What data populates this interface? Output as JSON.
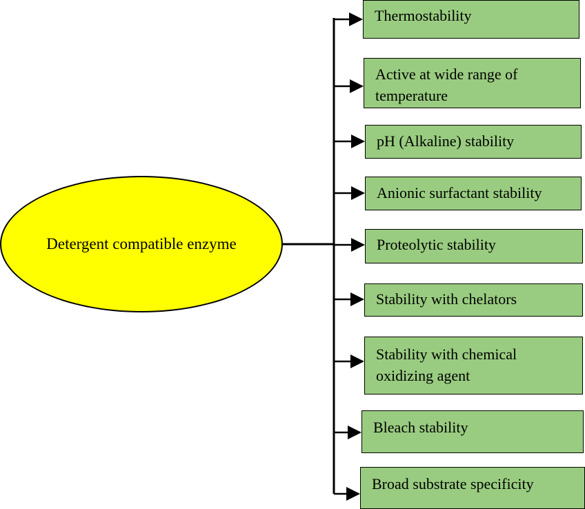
{
  "center": {
    "label": "Detergent compatible enzyme"
  },
  "properties": [
    {
      "label": "Thermostability"
    },
    {
      "label": "Active at wide range of temperature"
    },
    {
      "label": "pH (Alkaline) stability"
    },
    {
      "label": "Anionic surfactant stability"
    },
    {
      "label": "Proteolytic stability"
    },
    {
      "label": "Stability with chelators"
    },
    {
      "label": "Stability with chemical oxidizing agent"
    },
    {
      "label": "Bleach stability"
    },
    {
      "label": "Broad substrate specificity"
    }
  ],
  "colors": {
    "ellipse_fill": "#ffff00",
    "box_fill": "#99cc80",
    "line": "#000000"
  }
}
